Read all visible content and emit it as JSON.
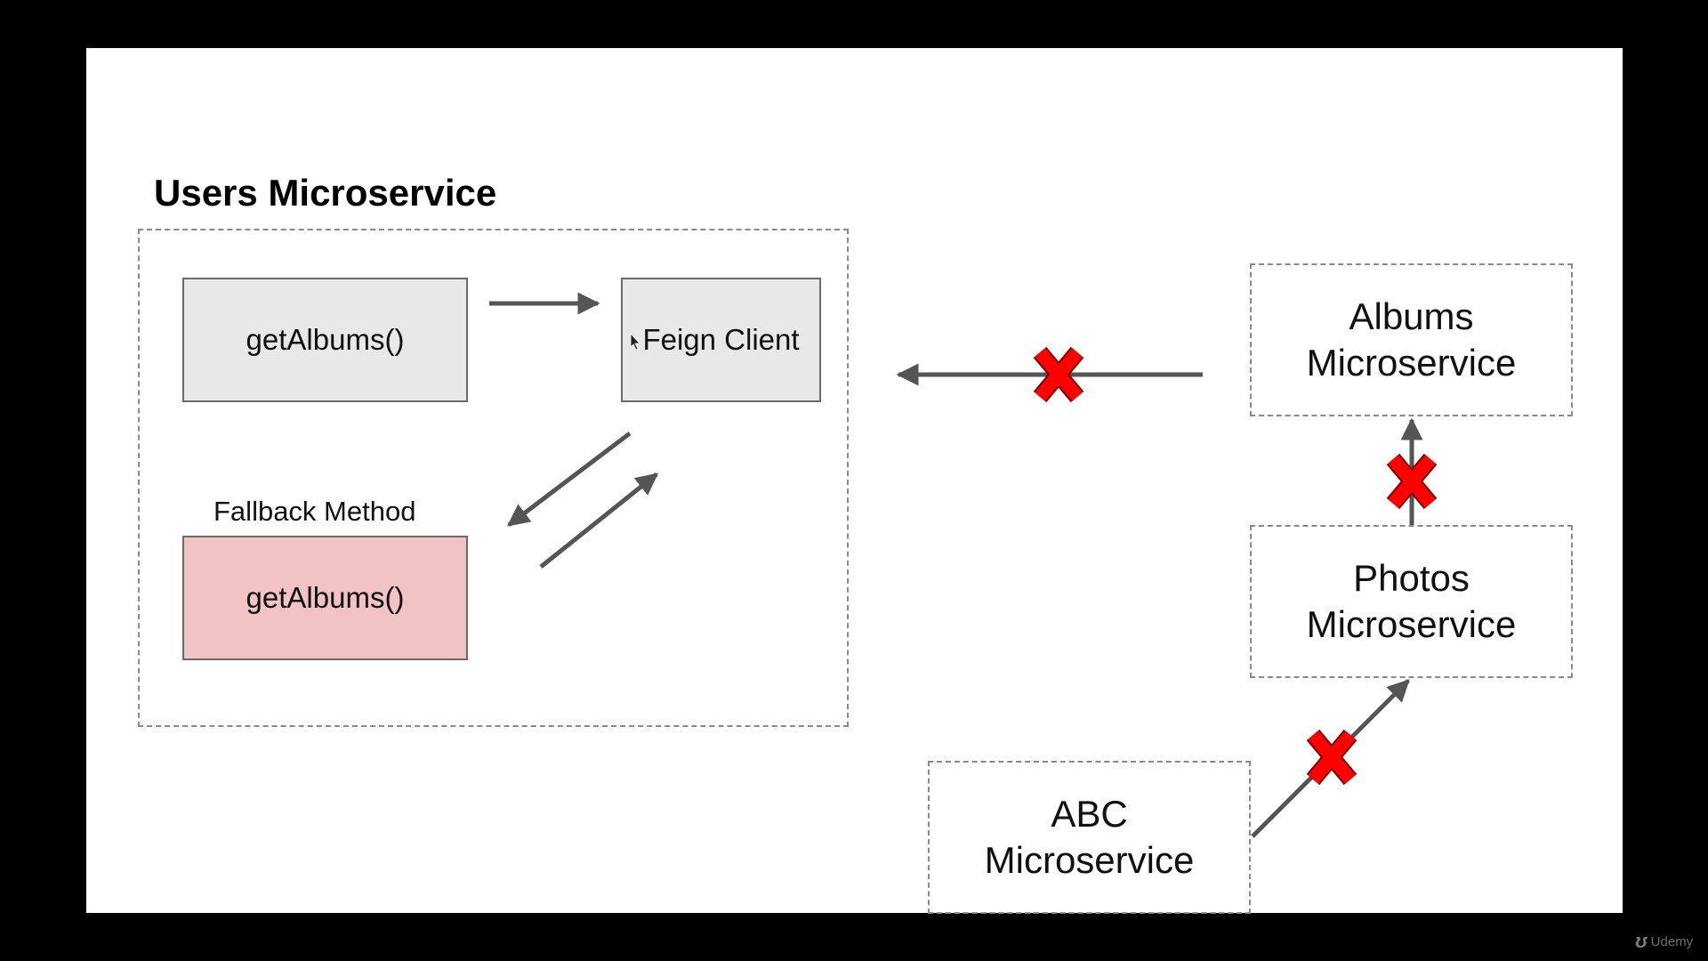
{
  "title": "Users Microservice",
  "users_box": {
    "method_label": "getAlbums()",
    "feign_label": "Feign Client",
    "fallback_caption": "Fallback Method",
    "fallback_method_label": "getAlbums()"
  },
  "services": {
    "albums": [
      "Albums",
      "Microservice"
    ],
    "photos": [
      "Photos",
      "Microservice"
    ],
    "abc": [
      "ABC",
      "Microservice"
    ]
  },
  "colors": {
    "arrow": "#555555",
    "failure_x": "#ff0000",
    "fallback_fill": "#f1c3c4",
    "box_fill": "#e8e8e8"
  },
  "icons": {
    "failure": "red-x-icon"
  },
  "watermark": "Udemy"
}
